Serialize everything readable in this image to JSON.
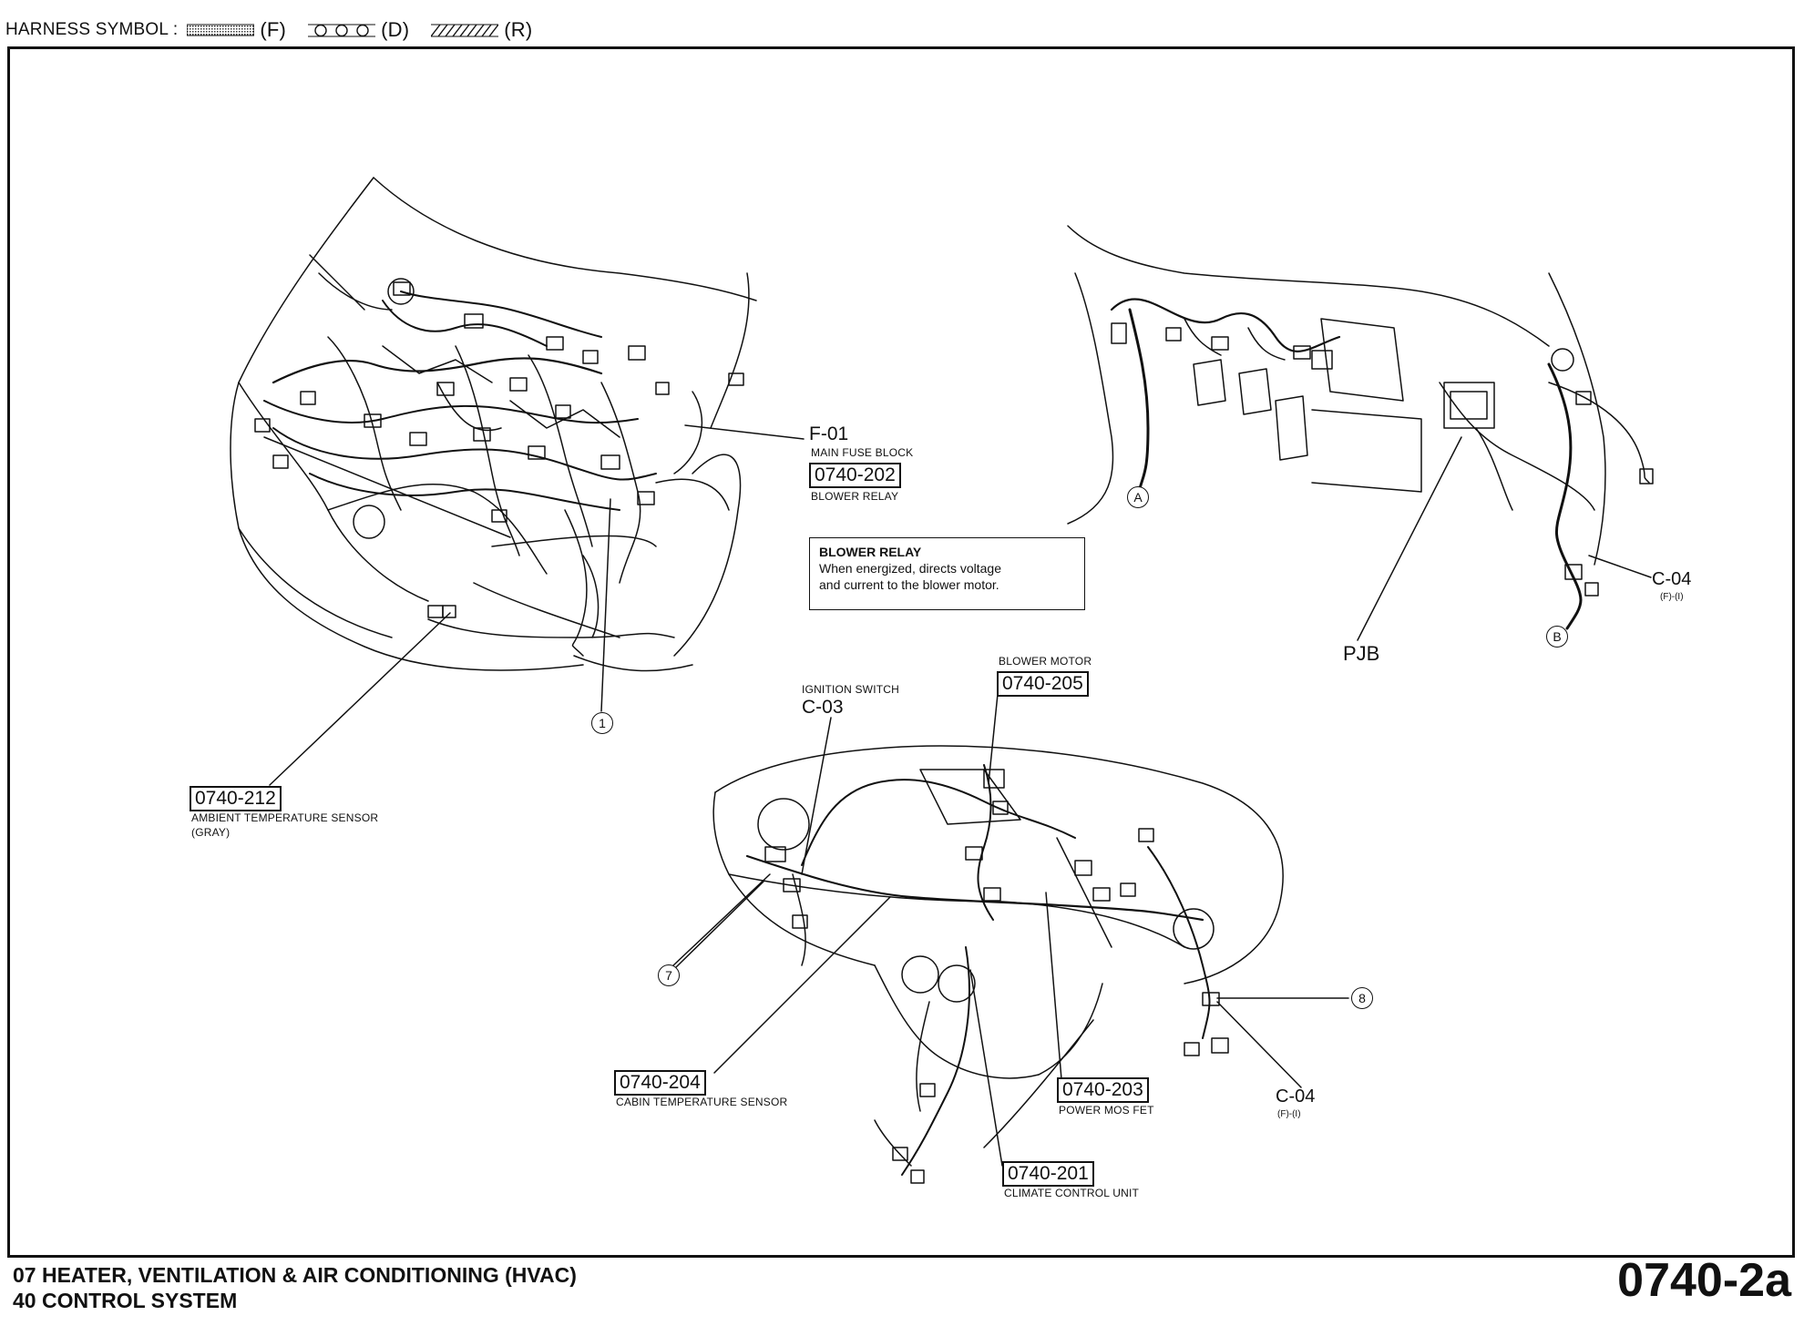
{
  "legend": {
    "title": "HARNESS SYMBOL :",
    "items": [
      {
        "code": "(F)",
        "pattern": "dotted"
      },
      {
        "code": "(D)",
        "pattern": "circles"
      },
      {
        "code": "(R)",
        "pattern": "hatched"
      }
    ]
  },
  "labels": {
    "f01_code": "F-01",
    "f01_name": "MAIN FUSE BLOCK",
    "blower_relay_ref": "0740-202",
    "blower_relay_name": "BLOWER RELAY",
    "ambient_ref": "0740-212",
    "ambient_name": "AMBIENT TEMPERATURE SENSOR",
    "ambient_color": "(GRAY)",
    "ignition_name": "IGNITION SWITCH",
    "ignition_code": "C-03",
    "blower_motor_name": "BLOWER MOTOR",
    "blower_motor_ref": "0740-205",
    "cabin_ref": "0740-204",
    "cabin_name": "CABIN TEMPERATURE SENSOR",
    "powermos_ref": "0740-203",
    "powermos_name": "POWER MOS FET",
    "climate_ref": "0740-201",
    "climate_name": "CLIMATE CONTROL UNIT",
    "c04_code": "C-04",
    "c04_sub": "(F)-(I)",
    "pjb": "PJB"
  },
  "callout": {
    "title": "BLOWER RELAY",
    "line1": "When energized, directs voltage",
    "line2": "and current to the blower motor."
  },
  "markers": {
    "one": "1",
    "seven": "7",
    "eight": "8",
    "a": "A",
    "b": "B"
  },
  "footer": {
    "line1": "07  HEATER, VENTILATION & AIR CONDITIONING (HVAC)",
    "line2": "40  CONTROL SYSTEM",
    "page": "0740-2a"
  }
}
